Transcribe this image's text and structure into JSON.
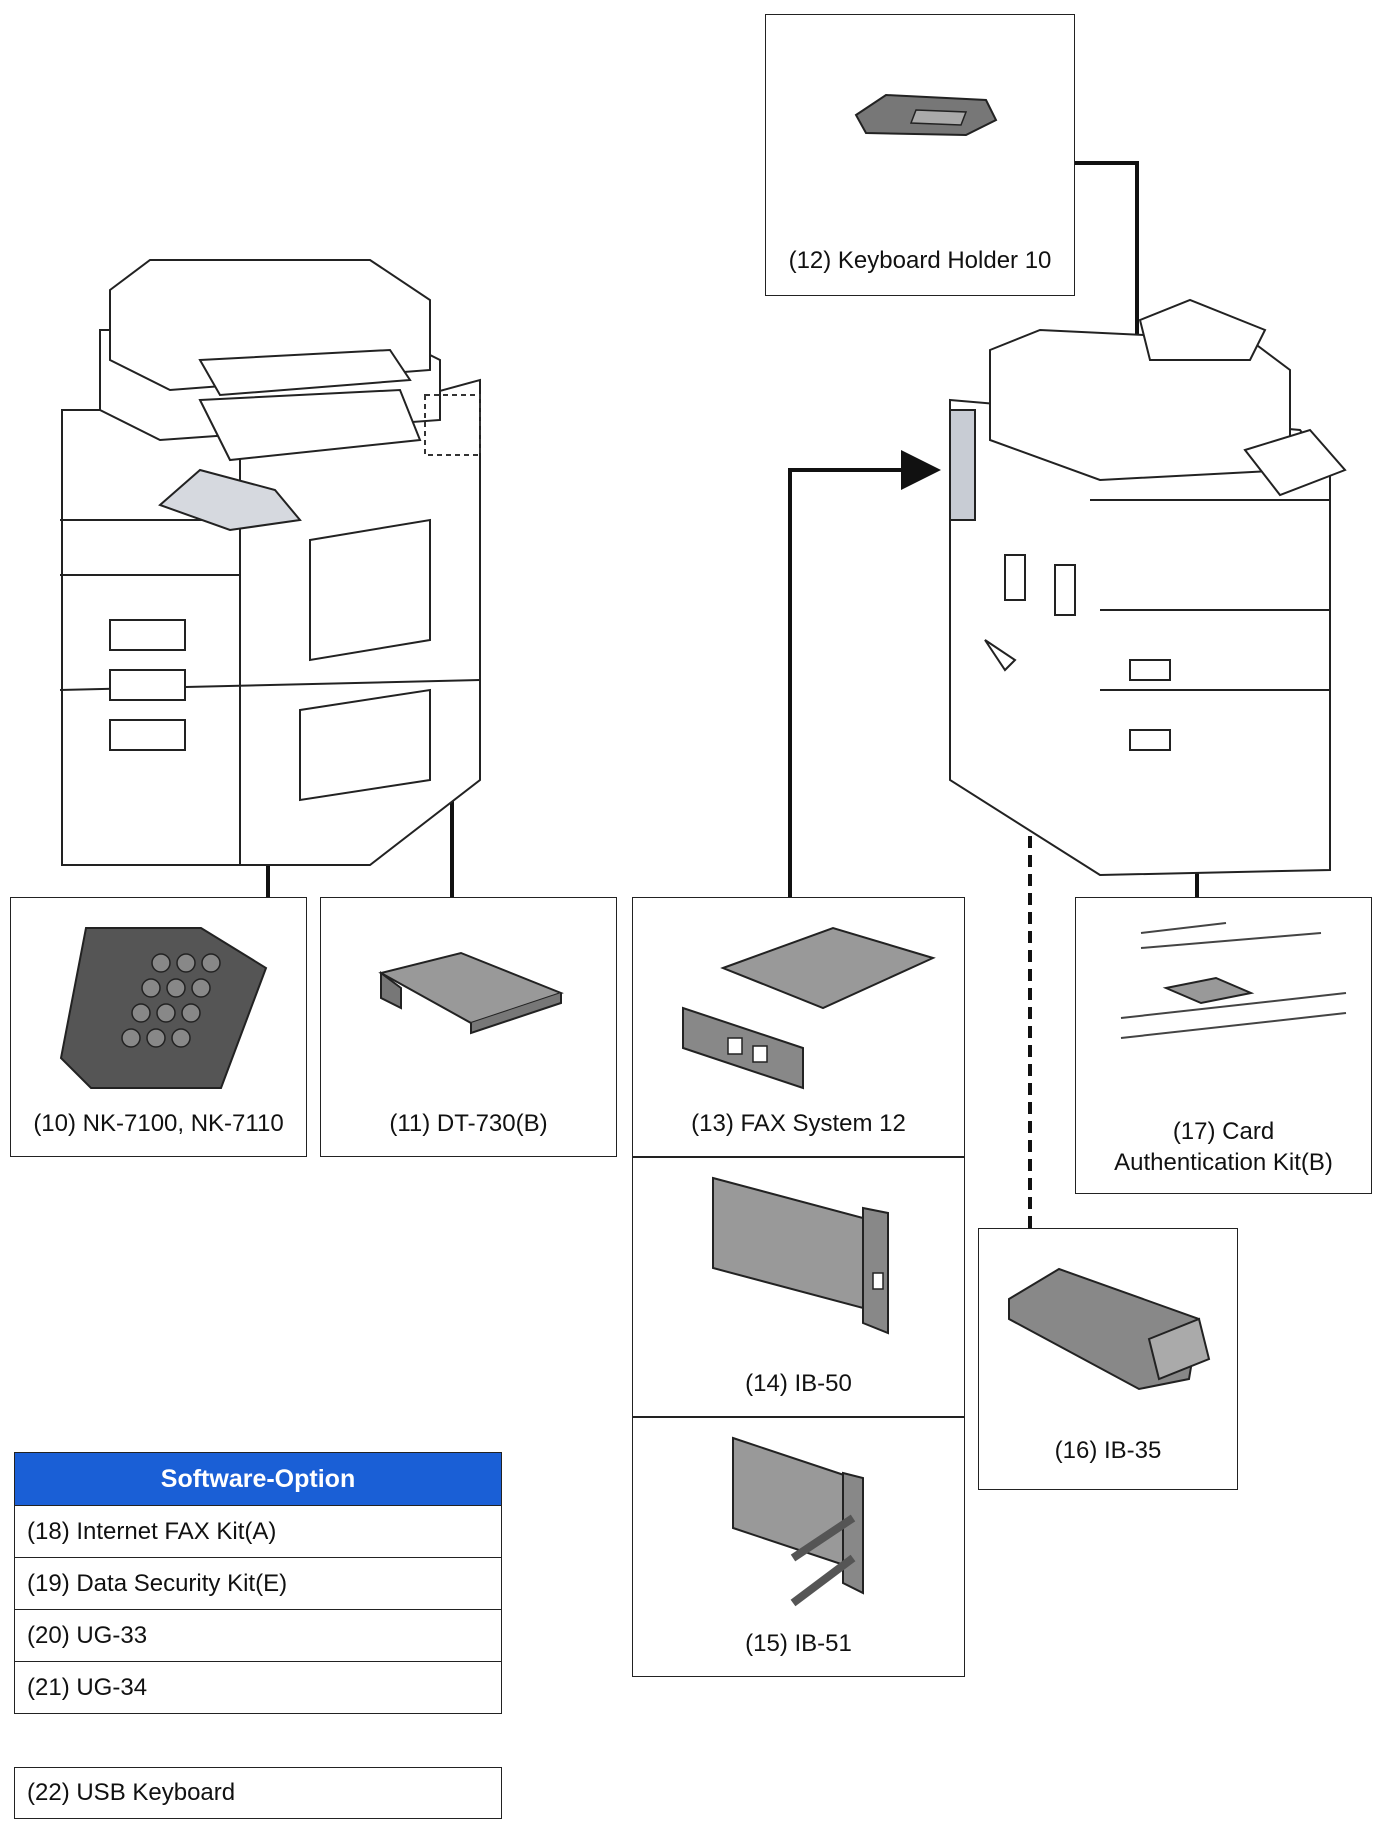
{
  "options": {
    "nk": "(10) NK-7100, NK-7110",
    "dt": "(11) DT-730(B)",
    "kh": "(12) Keyboard Holder 10",
    "fax": "(13) FAX System 12",
    "ib50": "(14) IB-50",
    "ib51": "(15) IB-51",
    "ib35": "(16) IB-35",
    "card_line1": "(17) Card",
    "card_line2": "Authentication Kit(B)"
  },
  "software": {
    "header": "Software-Option",
    "rows": [
      "(18) Internet FAX Kit(A)",
      "(19) Data Security Kit(E)",
      "(20) UG-33",
      "(21) UG-34"
    ]
  },
  "usb_keyboard": "(22) USB Keyboard",
  "colors": {
    "table_header": "#1a5fd6",
    "highlight": "#c8ccd4"
  }
}
